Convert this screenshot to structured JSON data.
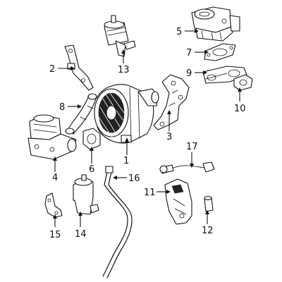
{
  "callouts": [
    {
      "id": "c1",
      "number": "1"
    },
    {
      "id": "c2",
      "number": "2"
    },
    {
      "id": "c3",
      "number": "3"
    },
    {
      "id": "c4",
      "number": "4"
    },
    {
      "id": "c5",
      "number": "5"
    },
    {
      "id": "c6",
      "number": "6"
    },
    {
      "id": "c7",
      "number": "7"
    },
    {
      "id": "c8",
      "number": "8"
    },
    {
      "id": "c9",
      "number": "9"
    },
    {
      "id": "c10",
      "number": "10"
    },
    {
      "id": "c11",
      "number": "11"
    },
    {
      "id": "c12",
      "number": "12"
    },
    {
      "id": "c13",
      "number": "13"
    },
    {
      "id": "c14",
      "number": "14"
    },
    {
      "id": "c15",
      "number": "15"
    },
    {
      "id": "c16",
      "number": "16"
    },
    {
      "id": "c17",
      "number": "17"
    }
  ]
}
